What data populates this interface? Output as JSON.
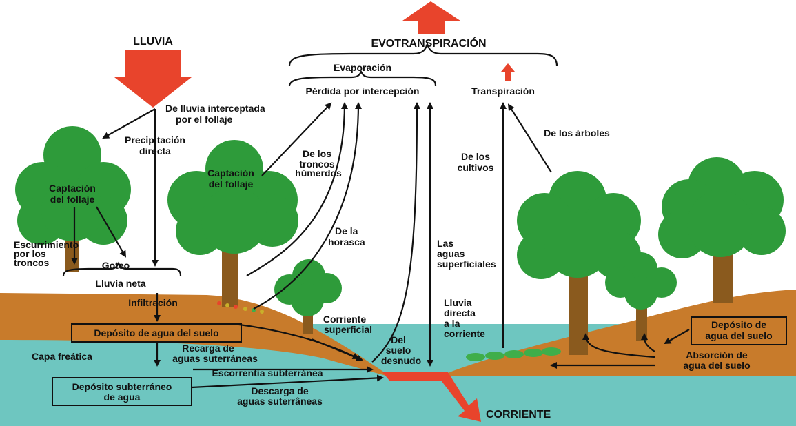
{
  "colors": {
    "ground": "#c87b2b",
    "water": "#6ec6c0",
    "tree": "#2e9b3a",
    "trunk": "#8a5a1e",
    "red_arrow": "#e8442c",
    "text": "#111111"
  },
  "labels": {
    "lluvia": "LLUVIA",
    "evotranspiracion": "EVOTRANSPIRACIÓN",
    "evaporacion": "Evaporación",
    "perdida": "Pérdida por intercepción",
    "transpiracion": "Transpiración",
    "de_lluvia_interceptada_1": "De lluvia interceptada",
    "de_lluvia_interceptada_2": "por el follaje",
    "precipitacion_1": "Precipitación",
    "precipitacion_2": "directa",
    "captacion_left_1": "Captación",
    "captacion_left_2": "del follaje",
    "captacion_mid_1": "Captación",
    "captacion_mid_2": "del follaje",
    "de_los_troncos_1": "De los",
    "de_los_troncos_2": "troncos",
    "de_los_troncos_3": "húmerdos",
    "de_los_arboles": "De los árboles",
    "de_los_cultivos_1": "De los",
    "de_los_cultivos_2": "cultivos",
    "de_la_horasca_1": "De la",
    "de_la_horasca_2": "horasca",
    "escurrimiento_1": "Escurrimiento",
    "escurrimiento_2": "por los",
    "escurrimiento_3": "troncos",
    "goteo": "Goteo",
    "lluvia_neta": "Lluvia neta",
    "infiltracion": "Infiltración",
    "deposito_suelo_left": "Depósito de agua del suelo",
    "capa_freatica": "Capa freática",
    "recarga_1": "Recarga de",
    "recarga_2": "aguas suterráneas",
    "escorrentia": "Escorrentia subterránea",
    "deposito_sub_1": "Depósito subterráneo",
    "deposito_sub_2": "de agua",
    "descarga_1": "Descarga de",
    "descarga_2": "aguas suterrâneas",
    "corriente_sup_1": "Corriente",
    "corriente_sup_2": "superficial",
    "del_suelo_1": "Del",
    "del_suelo_2": "suelo",
    "del_suelo_3": "desnudo",
    "las_aguas_1": "Las",
    "las_aguas_2": "aguas",
    "las_aguas_3": "superficiales",
    "lluvia_directa_1": "Lluvia",
    "lluvia_directa_2": "directa",
    "lluvia_directa_3": "a la",
    "lluvia_directa_4": "corriente",
    "deposito_suelo_right_1": "Depósito de",
    "deposito_suelo_right_2": "agua del suelo",
    "absorcion_1": "Absorción de",
    "absorcion_2": "agua del suelo",
    "corriente": "CORRIENTE"
  }
}
